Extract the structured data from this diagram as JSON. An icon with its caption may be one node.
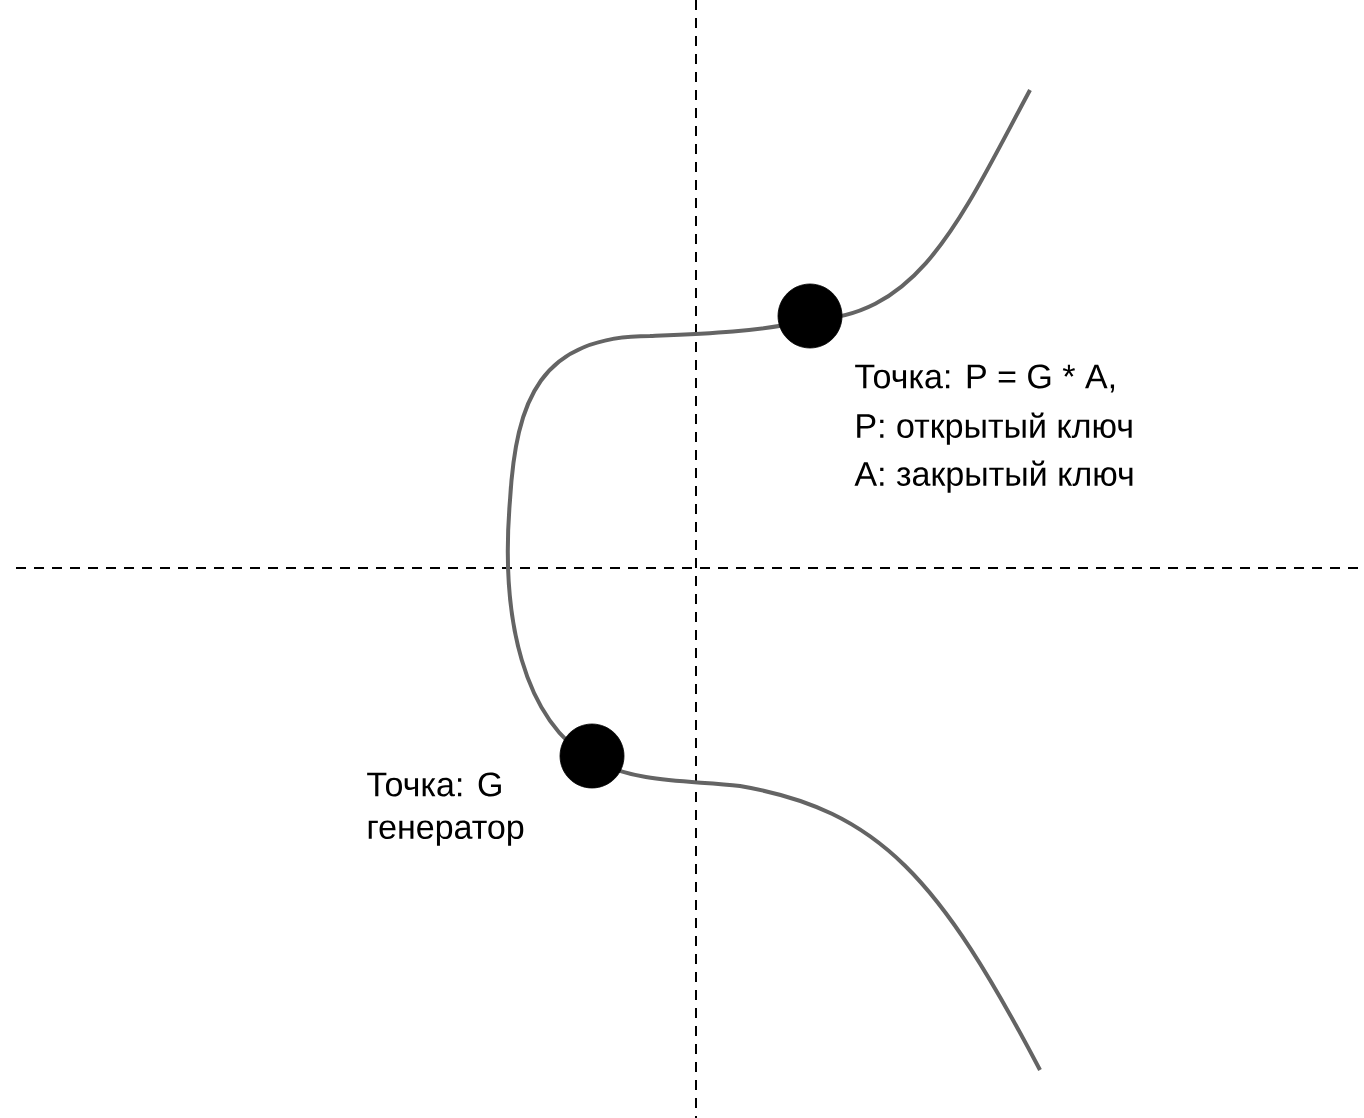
{
  "diagram": {
    "nodes": [
      {
        "text": [],
        "shape": "circle",
        "beside": [
          "Точка: P = G * A,",
          "P: открытый ключ",
          "A: закрытый ключ"
        ]
      },
      {
        "text": [],
        "shape": "circle",
        "beside": [
          "Точка: G",
          "генератор"
        ]
      }
    ]
  }
}
